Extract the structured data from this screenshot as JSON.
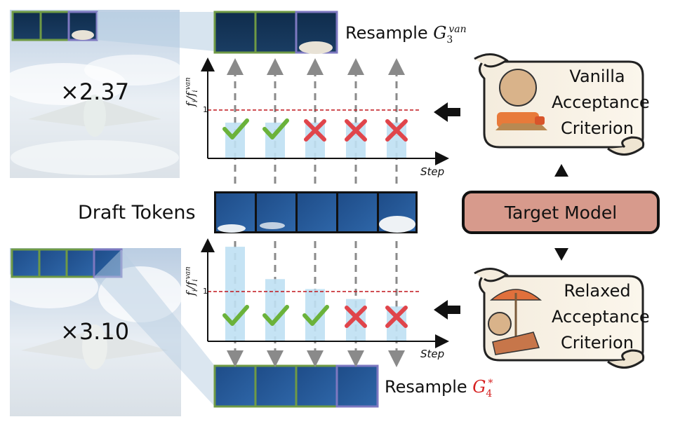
{
  "top": {
    "speedup": "×2.37",
    "resample_prefix": "Resample ",
    "resample_var": "G",
    "resample_sub": "3",
    "resample_sup": "van",
    "decisions": [
      "accept",
      "accept",
      "reject",
      "reject",
      "reject"
    ],
    "ratio_values": [
      0.74,
      0.74,
      0.74,
      0.74,
      0.74
    ],
    "threshold": 1
  },
  "bottom": {
    "speedup": "×3.10",
    "resample_prefix": "Resample ",
    "resample_var": "G",
    "resample_sub": "4",
    "resample_sup": "*",
    "decisions": [
      "accept",
      "accept",
      "accept",
      "reject",
      "reject"
    ],
    "ratio_values": [
      1.9,
      1.25,
      1.05,
      0.85,
      0.7
    ],
    "threshold": 1
  },
  "draft_tokens_label": "Draft Tokens",
  "axis": {
    "x_label": "Step",
    "y_label_main": "f",
    "y_label_sub": "i",
    "y_label_den": "f",
    "y_label_den_sup": "van",
    "one_tick": "1"
  },
  "target_model_label": "Target Model",
  "vanilla_criterion": [
    "Vanilla",
    "Acceptance",
    "Criterion"
  ],
  "relaxed_criterion": [
    "Relaxed",
    "Acceptance",
    "Criterion"
  ],
  "colors": {
    "accept": "#6bb23a",
    "reject": "#e0454b",
    "threshold": "#c0151b",
    "bar": "#bfe0f3",
    "arrow": "#8a8a8a",
    "green_border": "#6f9a45",
    "purple_border": "#7d78c0",
    "target_fill": "#d79a8c",
    "accent_red": "#d62020"
  }
}
